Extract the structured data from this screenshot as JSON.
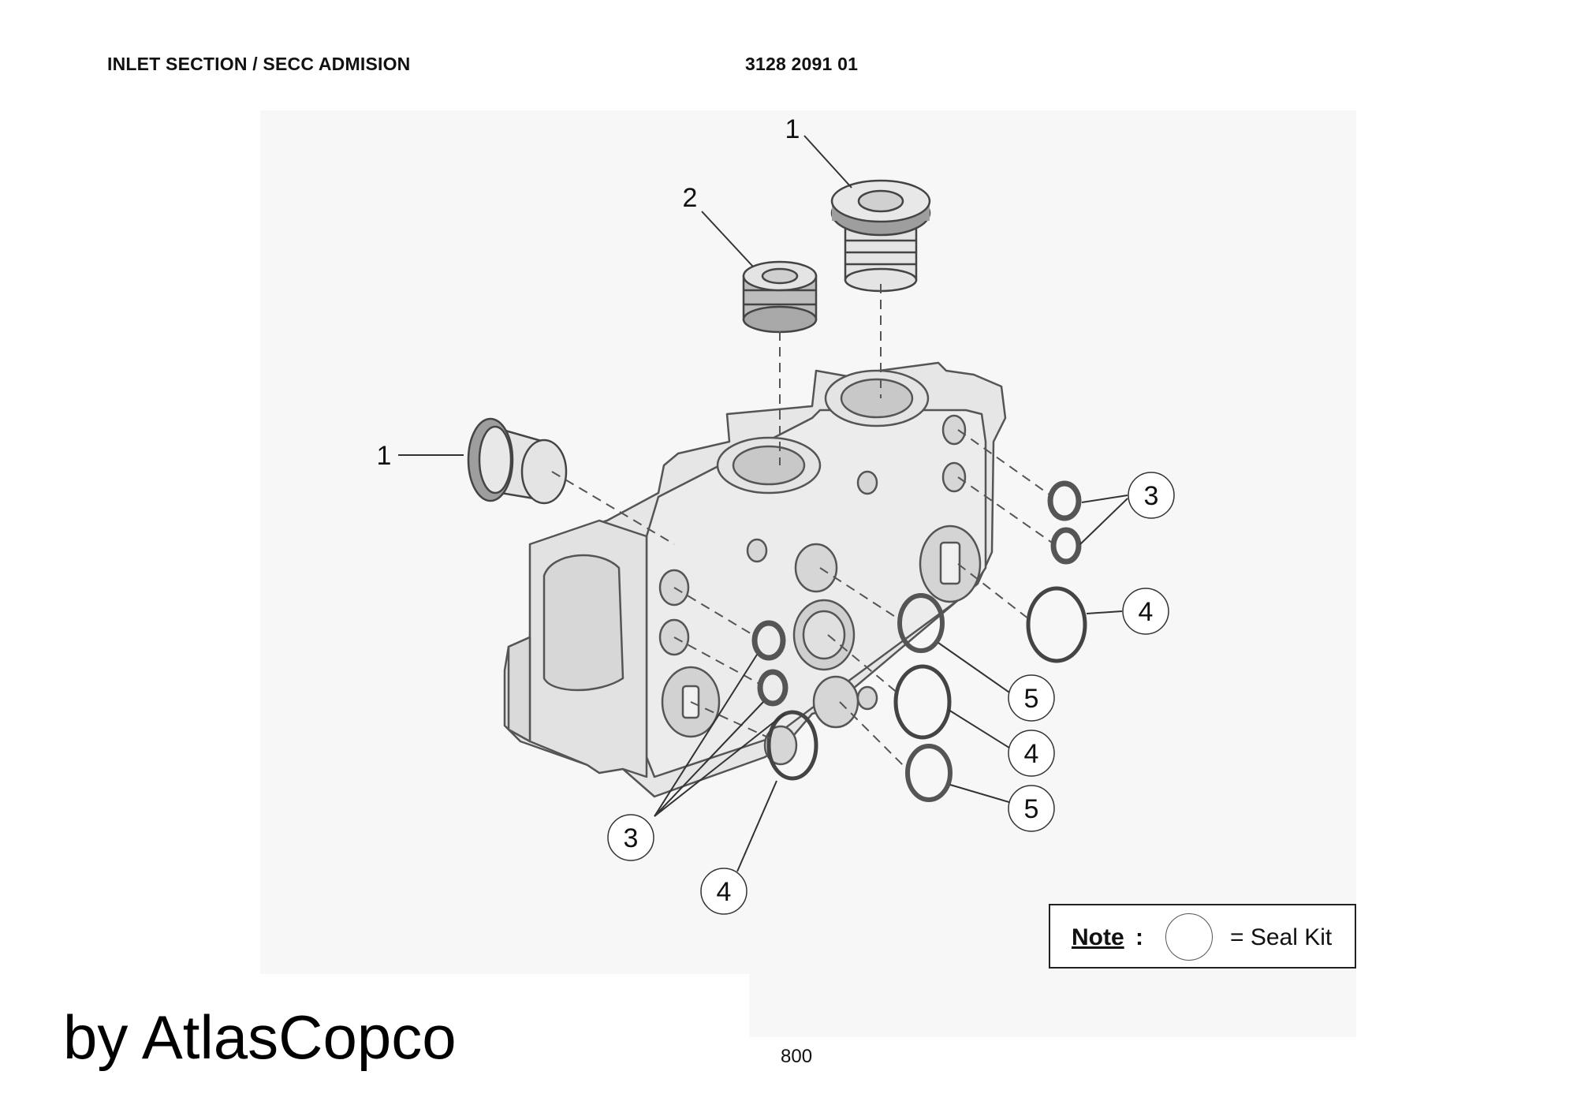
{
  "header": {
    "title": "INLET SECTION / SECC ADMISION",
    "part_number": "3128 2091 01"
  },
  "callouts": {
    "plug_top": "1",
    "plug_left": "1",
    "plug_small": "2",
    "seal_3_right": "3",
    "seal_3_bottom": "3",
    "seal_4_right_top": "4",
    "seal_4_right_mid": "4",
    "seal_4_bottom": "4",
    "seal_5_upper": "5",
    "seal_5_lower": "5"
  },
  "note": {
    "label": "Note",
    "colon": ":",
    "text": "= Seal Kit"
  },
  "brand": "by AtlasCopco",
  "page_number": "800"
}
